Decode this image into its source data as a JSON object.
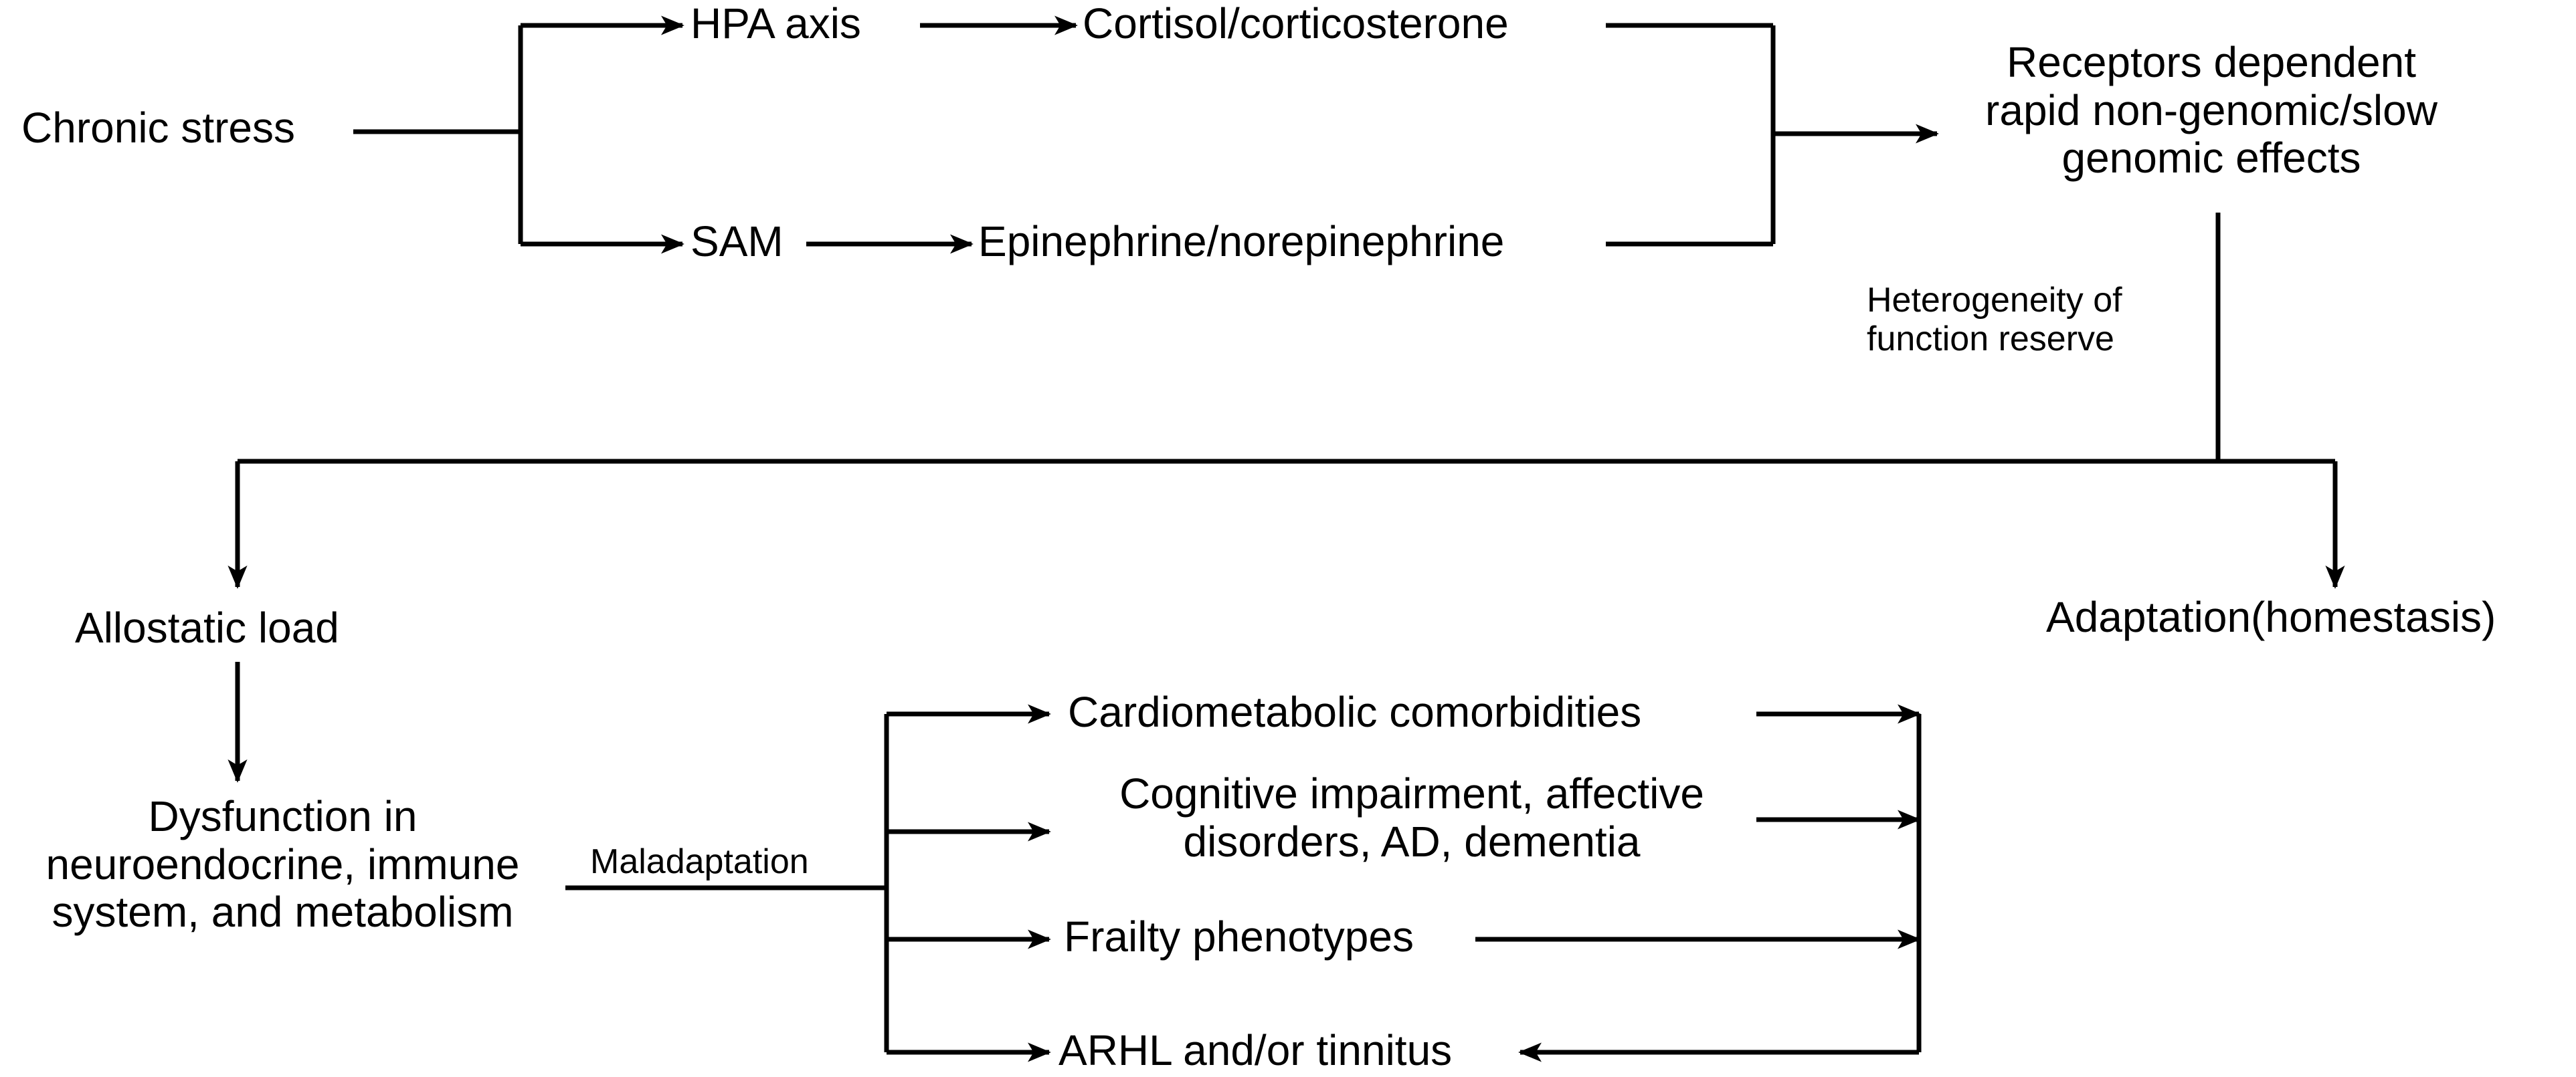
{
  "nodes": {
    "chronic_stress": "Chronic stress",
    "hpa_axis": "HPA axis",
    "sam": "SAM",
    "cortisol": "Cortisol/corticosterone",
    "epinephrine": "Epinephrine/norepinephrine",
    "receptors": "Receptors dependent\nrapid non-genomic/slow\ngenomic effects",
    "allostatic_load": "Allostatic load",
    "adaptation": "Adaptation(homestasis)",
    "dysfunction": "Dysfunction in\nneuroendocrine, immune\nsystem, and metabolism",
    "cardiometabolic": "Cardiometabolic comorbidities",
    "cognitive": "Cognitive impairment, affective\ndisorders, AD, dementia",
    "frailty": "Frailty phenotypes",
    "arhl": "ARHL and/or tinnitus"
  },
  "edge_labels": {
    "heterogeneity": "Heterogeneity of\nfunction reserve",
    "maladaptation": "Maladaptation"
  },
  "colors": {
    "ink": "#000000",
    "background": "#ffffff"
  }
}
